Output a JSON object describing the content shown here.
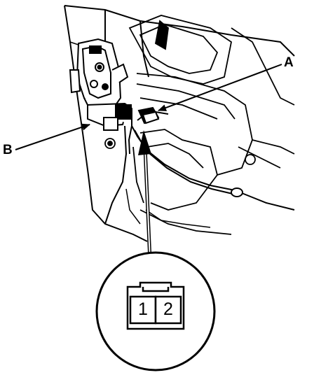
{
  "callouts": {
    "a": "A",
    "b": "B"
  },
  "connector": {
    "pins": [
      "1",
      "2"
    ]
  },
  "colors": {
    "ink": "#000000",
    "paper": "#ffffff"
  }
}
